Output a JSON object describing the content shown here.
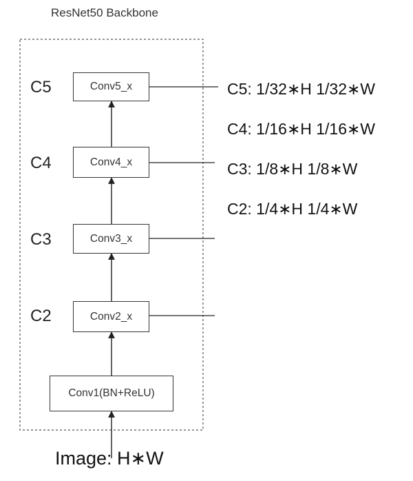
{
  "title": "ResNet50 Backbone",
  "stages": [
    {
      "label": "C5",
      "block": "Conv5_x"
    },
    {
      "label": "C4",
      "block": "Conv4_x"
    },
    {
      "label": "C3",
      "block": "Conv3_x"
    },
    {
      "label": "C2",
      "block": "Conv2_x"
    }
  ],
  "stem_block": "Conv1(BN+ReLU)",
  "input_label": "Image: H∗W",
  "resolutions": [
    "C5: 1/32∗H 1/32∗W",
    "C4: 1/16∗H 1/16∗W",
    "C3: 1/8∗H 1/8∗W",
    "C2: 1/4∗H 1/4∗W"
  ]
}
